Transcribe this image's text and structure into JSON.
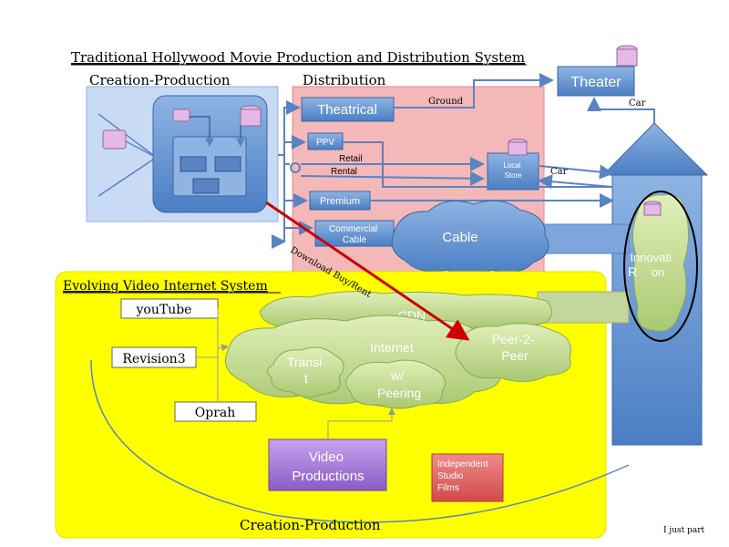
{
  "title": "Traditional Hollywood Movie Production and Distribution System",
  "creation_production_top": "Creation-Production",
  "distribution": "Distribution",
  "theater": "Theater",
  "theatrical": "Theatrical",
  "ground": "Ground",
  "car_top": "Car",
  "ppv": "PPV",
  "retail": "Retail",
  "rental": "Rental",
  "local_store": "Local\nStore",
  "car_store": "Car",
  "premium": "Premium",
  "commercial_cable": "Commercial\nCable",
  "cable": "Cable",
  "download": "Download Buy/Rent",
  "evolving_title": "Evolving Video Internet System",
  "youtube": "youTube",
  "revision3": "Revision3",
  "oprah": "Oprah",
  "cdn": "CDN",
  "internet": "Internet",
  "peer": "Peer-2-\nPeer",
  "transit": "Transi\nt",
  "peering": "w/\nPeering",
  "video_productions": "Video\nProductions",
  "independent": "Independent\nStudio\nFilms",
  "creation_production_bottom": "Creation-Production",
  "innovation": "Innovati\non",
  "r_label": "R",
  "footnote": "I just part",
  "colors": {
    "blue_box": "#4f81bd",
    "pink_region": "#f4b8b8",
    "yellow_region": "#ffff00",
    "green_cloud": "#c3d69b",
    "red_arrow": "#cc0000",
    "purple_box": "#9966cc",
    "red_box": "#e06666",
    "lavender": "#e6b8e6"
  }
}
